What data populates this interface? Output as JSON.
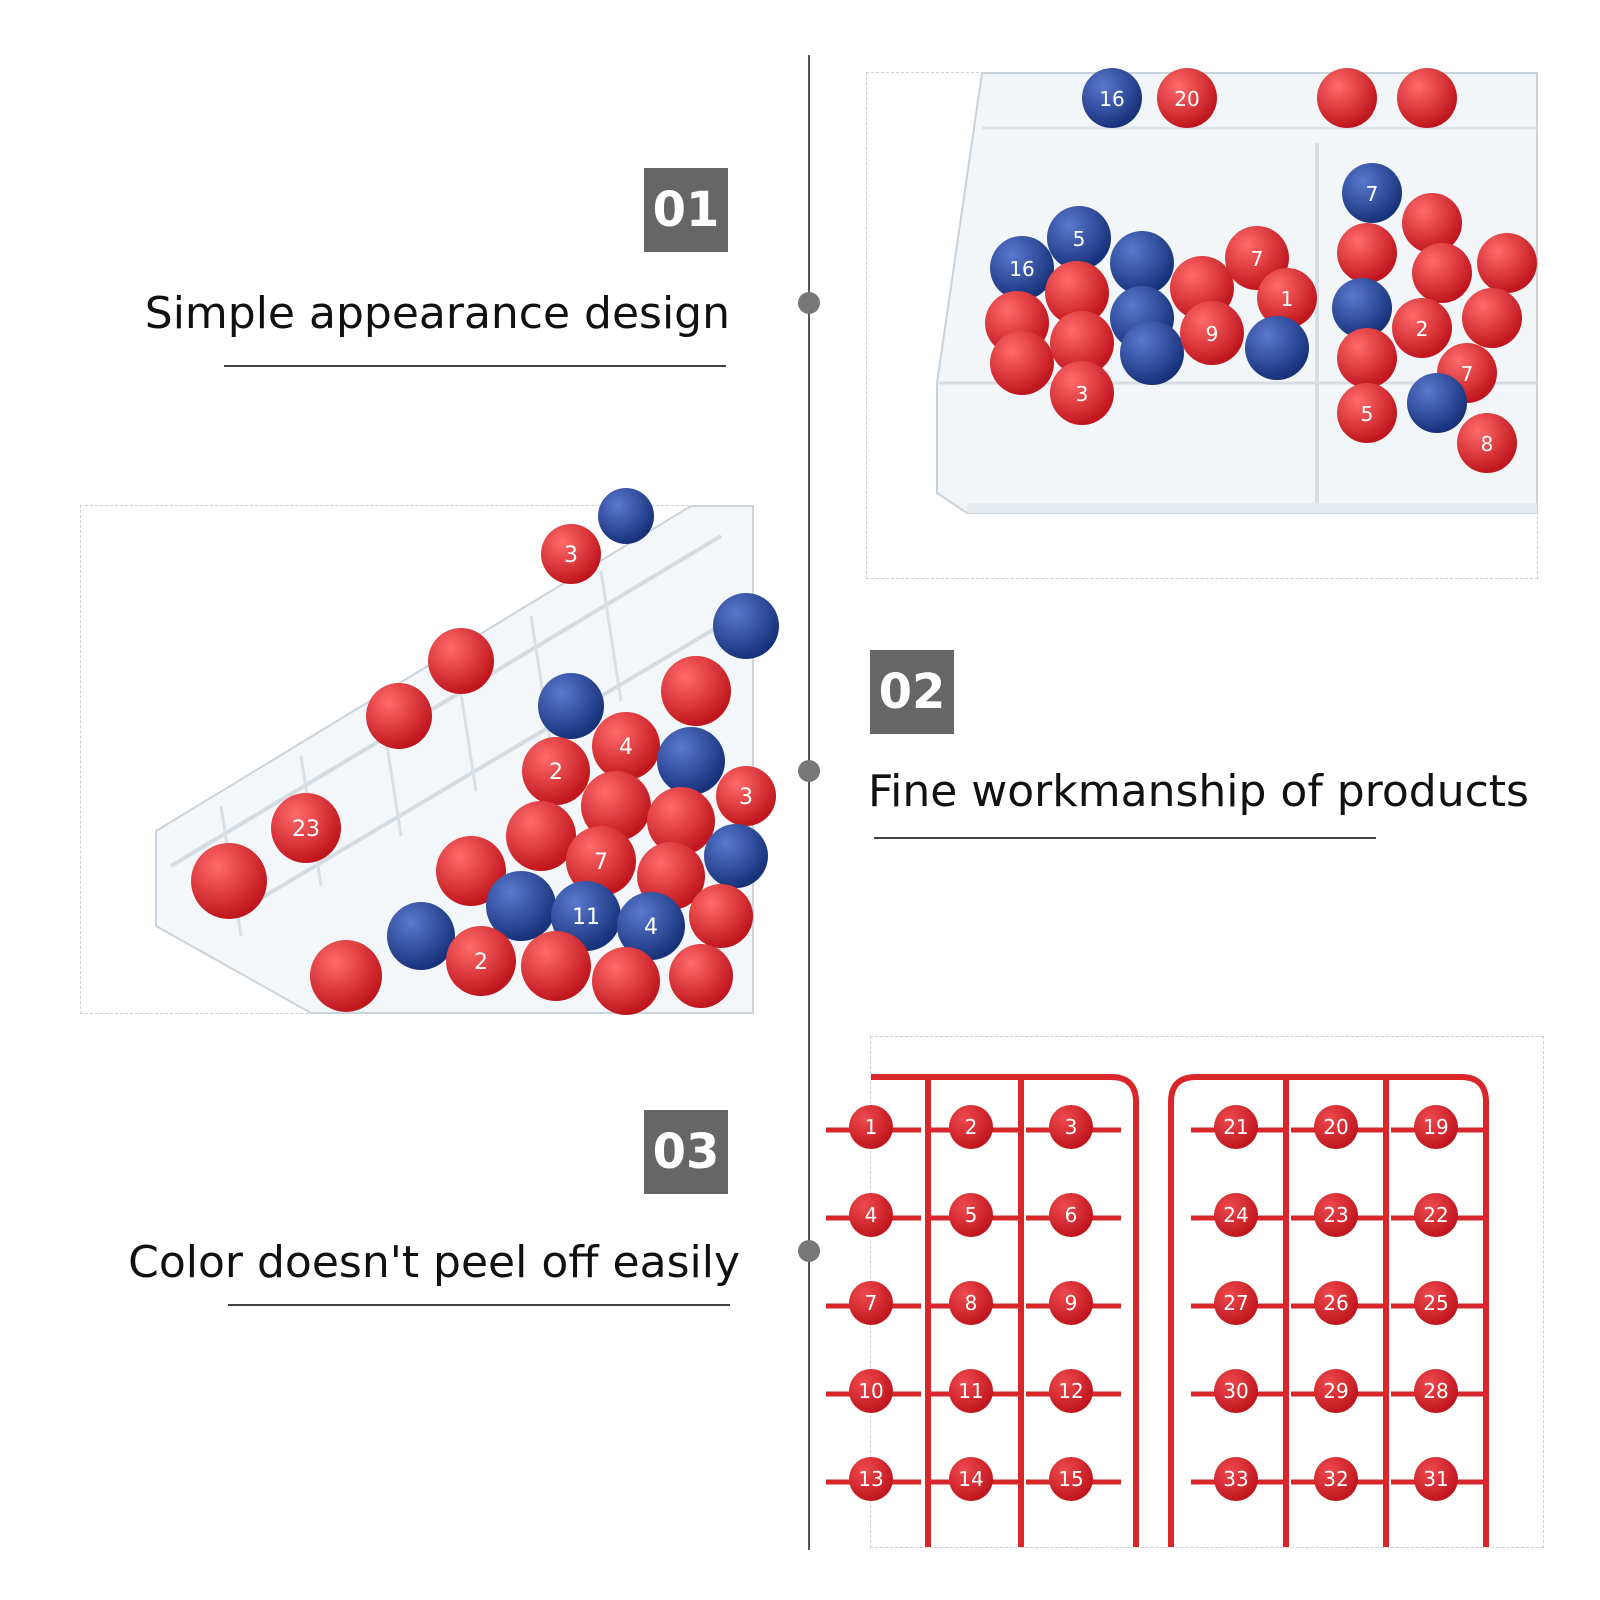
{
  "features": [
    {
      "number": "01",
      "caption": "Simple appearance design"
    },
    {
      "number": "02",
      "caption": "Fine workmanship of products"
    },
    {
      "number": "03",
      "caption": "Color doesn't peel off easily"
    }
  ],
  "photos": {
    "tray_top": {
      "ball_numbers": [
        "16",
        "20",
        "5",
        "16",
        "7",
        "9",
        "3",
        "5",
        "8",
        "7",
        "7",
        "1",
        "2"
      ]
    },
    "tray_angle": {
      "ball_numbers": [
        "23",
        "2",
        "3",
        "3",
        "4",
        "7",
        "11",
        "4",
        "2"
      ]
    },
    "sprue": {
      "left_frame": [
        "1",
        "2",
        "3",
        "4",
        "5",
        "6",
        "7",
        "8",
        "9",
        "10",
        "11",
        "12",
        "13",
        "14",
        "15"
      ],
      "right_frame": [
        "21",
        "20",
        "19",
        "24",
        "23",
        "22",
        "27",
        "26",
        "25",
        "30",
        "29",
        "28",
        "33",
        "32",
        "31"
      ]
    }
  },
  "colors": {
    "red_ball": "#d42027",
    "blue_ball": "#1f3d8f",
    "sprue_red": "#d9262b",
    "badge": "#666666"
  }
}
